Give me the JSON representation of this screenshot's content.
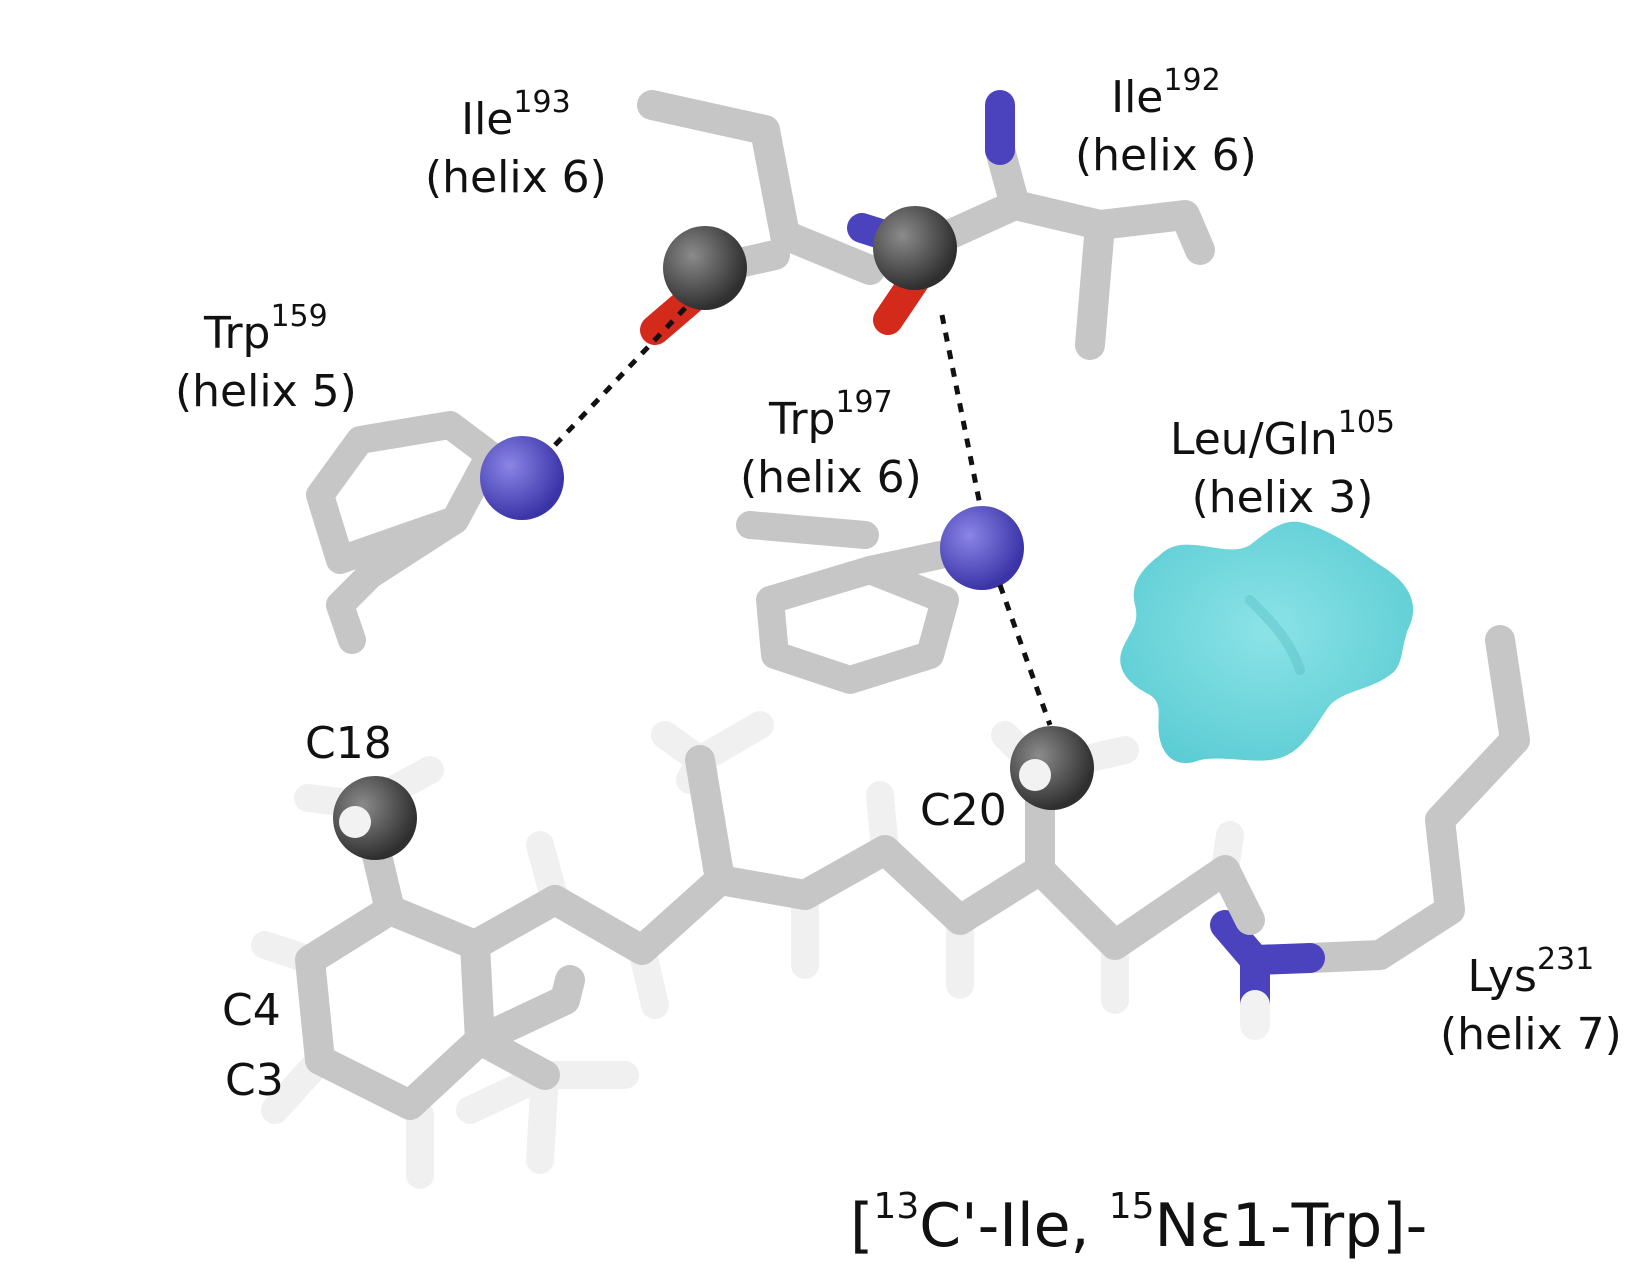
{
  "labels": {
    "ile193": {
      "name": "Ile",
      "sup": "193",
      "helix": "(helix 6)"
    },
    "ile192": {
      "name": "Ile",
      "sup": "192",
      "helix": "(helix 6)"
    },
    "trp159": {
      "name": "Trp",
      "sup": "159",
      "helix": "(helix 5)"
    },
    "trp197": {
      "name": "Trp",
      "sup": "197",
      "helix": "(helix 6)"
    },
    "leugln105": {
      "name": "Leu/Gln",
      "sup": "105",
      "helix": "(helix 3)"
    },
    "lys231": {
      "name": "Lys",
      "sup": "231",
      "helix": "(helix 7)"
    }
  },
  "atoms": {
    "c18": "C18",
    "c20": "C20",
    "c4": "C4",
    "c3": "C3"
  },
  "footer": {
    "open": "[",
    "sup1": "13",
    "part1": "C'-Ile, ",
    "sup2": "15",
    "part2": "Nε1-Trp]-"
  },
  "colors": {
    "carbon_stick": "#c6c6c6",
    "carbon_highlight": "#4a4a4a",
    "nitrogen": "#4b43bd",
    "oxygen": "#d42a1c",
    "hydrogen": "#f2f2f2",
    "surface": "#6ed6dc",
    "hbond": "#111111"
  }
}
